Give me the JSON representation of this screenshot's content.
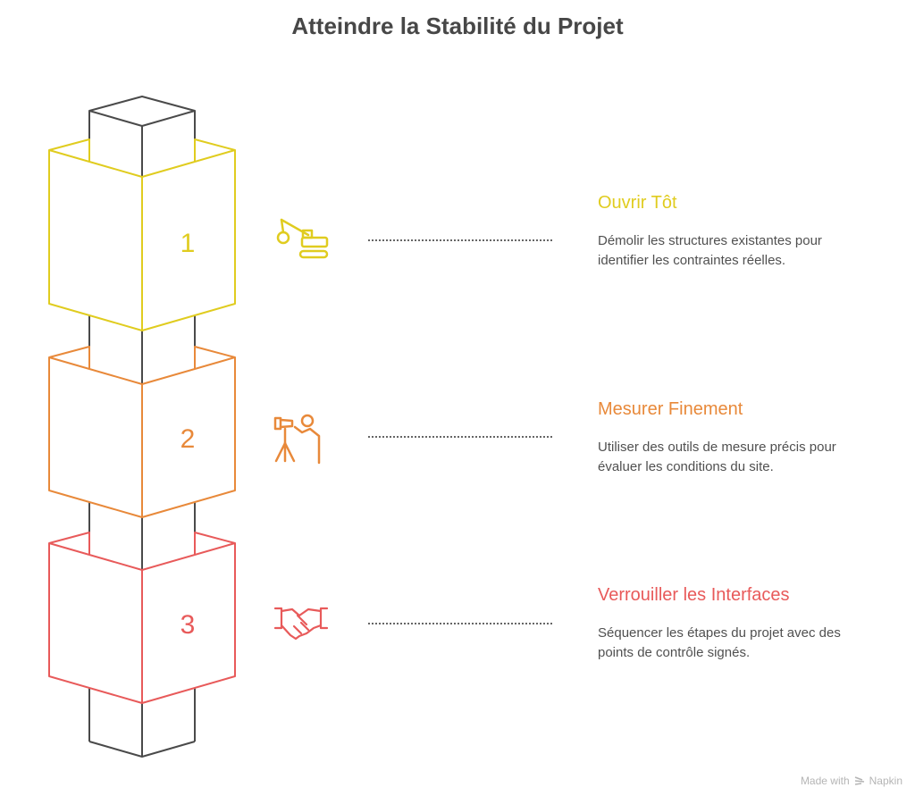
{
  "title": "Atteindre la Stabilité du Projet",
  "colors": {
    "step1": "#e0cc1f",
    "step2": "#e8893a",
    "step3": "#e85a5a",
    "column": "#4a4a4a"
  },
  "steps": [
    {
      "number": "1",
      "title": "Ouvrir Tôt",
      "description": "Démolir les structures existantes pour identifier les contraintes réelles.",
      "icon": "wrecking-crane-icon"
    },
    {
      "number": "2",
      "title": "Mesurer Finement",
      "description": "Utiliser des outils de mesure précis pour évaluer les conditions du site.",
      "icon": "surveyor-icon"
    },
    {
      "number": "3",
      "title": "Verrouiller les Interfaces",
      "description": "Séquencer les étapes du projet avec des points de contrôle signés.",
      "icon": "handshake-icon"
    }
  ],
  "footer": {
    "made_with": "Made with",
    "brand": "Napkin"
  }
}
